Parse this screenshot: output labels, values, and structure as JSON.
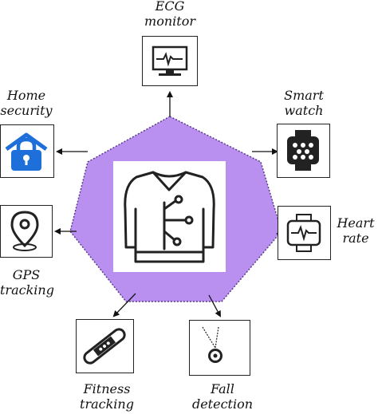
{
  "nodes": {
    "ecg": {
      "line1": "ECG",
      "line2": "monitor"
    },
    "home": {
      "line1": "Home",
      "line2": "security"
    },
    "smartwatch": {
      "line1": "Smart",
      "line2": "watch"
    },
    "gps": {
      "line1": "GPS",
      "line2": "tracking"
    },
    "heart": {
      "line1": "Heart",
      "line2": "rate"
    },
    "fitness": {
      "line1": "Fitness",
      "line2": "tracking"
    },
    "fall": {
      "line1": "Fall",
      "line2": "detection"
    }
  },
  "colors": {
    "hub": "#b98ff0",
    "hub_border": "#5a3a8a",
    "stroke": "#222222",
    "lock_blue": "#1e6fd9"
  }
}
